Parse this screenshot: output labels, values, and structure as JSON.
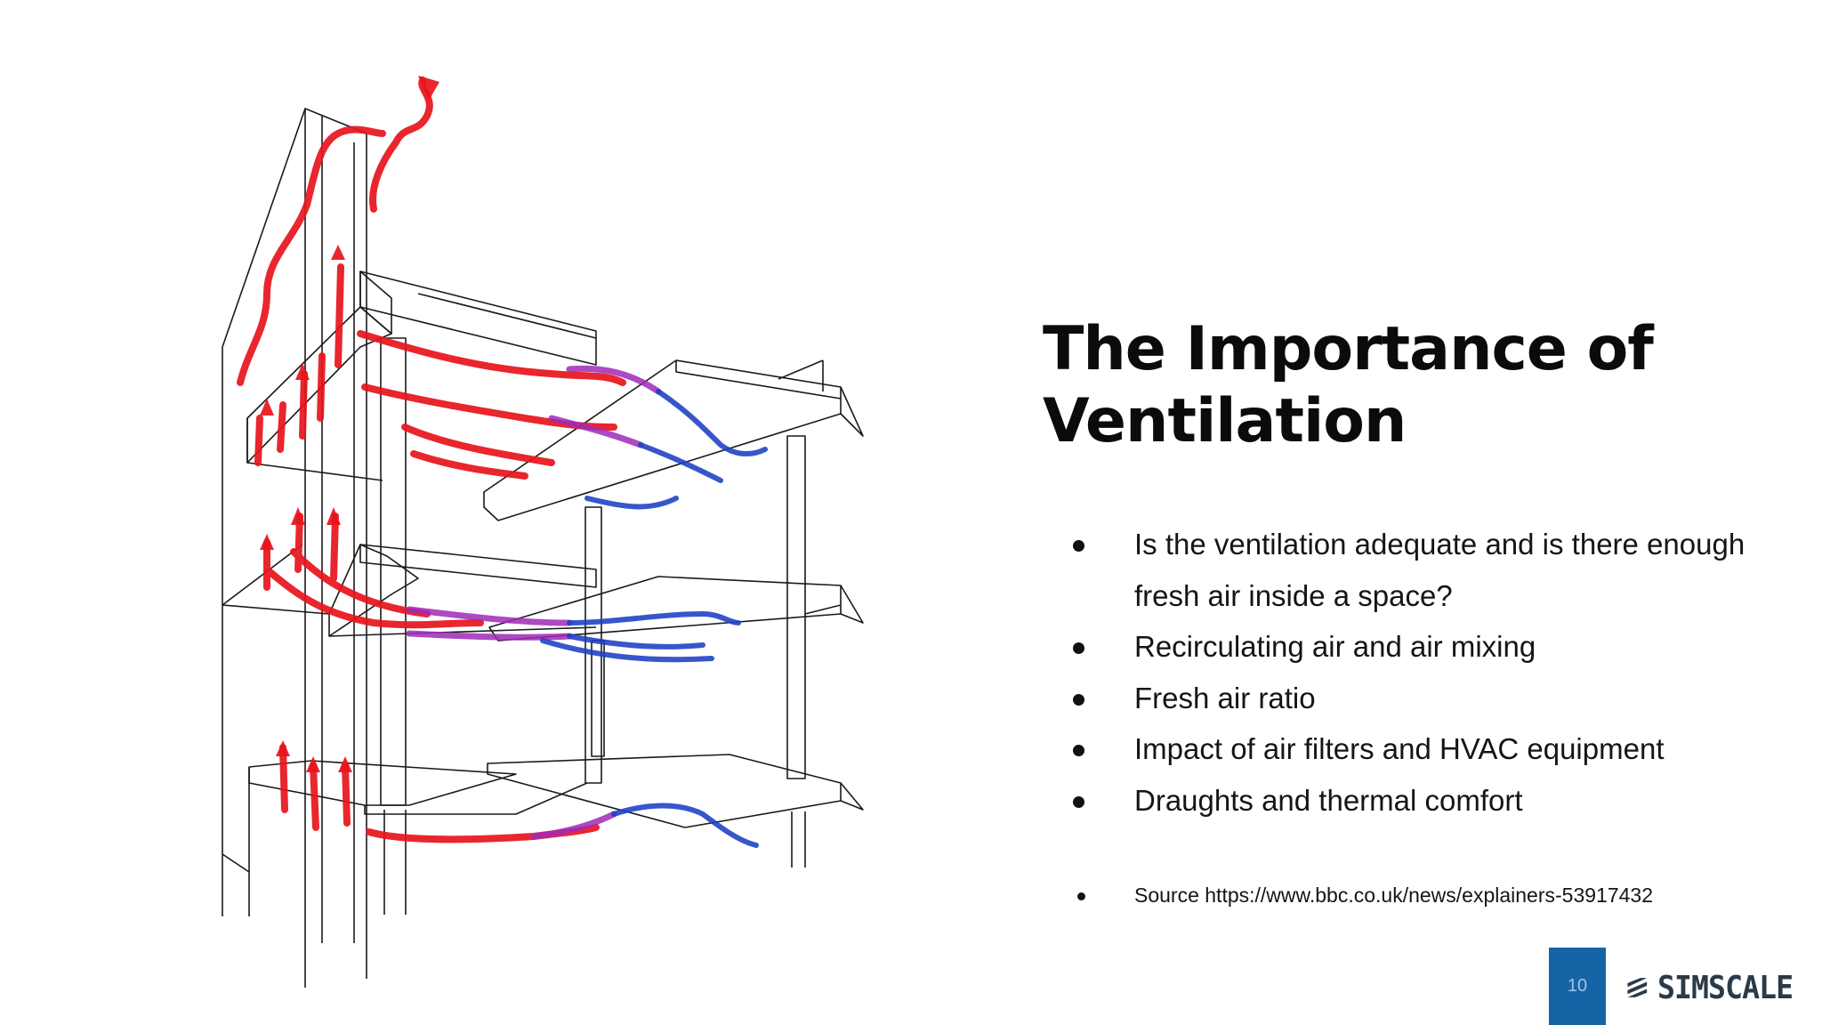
{
  "slide": {
    "title": "The Importance of Ventilation",
    "bullets": [
      "Is the ventilation adequate and is there enough fresh air inside a space?",
      "Recirculating air and air mixing",
      "Fresh air ratio",
      "Impact of air filters and HVAC equipment",
      "Draughts and thermal comfort"
    ],
    "source": "Source https://www.bbc.co.uk/news/explainers-53917432",
    "page_number": "10"
  },
  "brand": {
    "name": "SIMSCALE",
    "logo_icon": "simscale-stripes-icon",
    "colors": {
      "accent_blue": "#1565a6",
      "logo_dark": "#2b3a48",
      "airflow_warm": "#e8141c",
      "airflow_mixed": "#a02ab8",
      "airflow_cool": "#1d3fc4"
    }
  },
  "illustration": {
    "subject": "building-section-airflow-illustration"
  }
}
